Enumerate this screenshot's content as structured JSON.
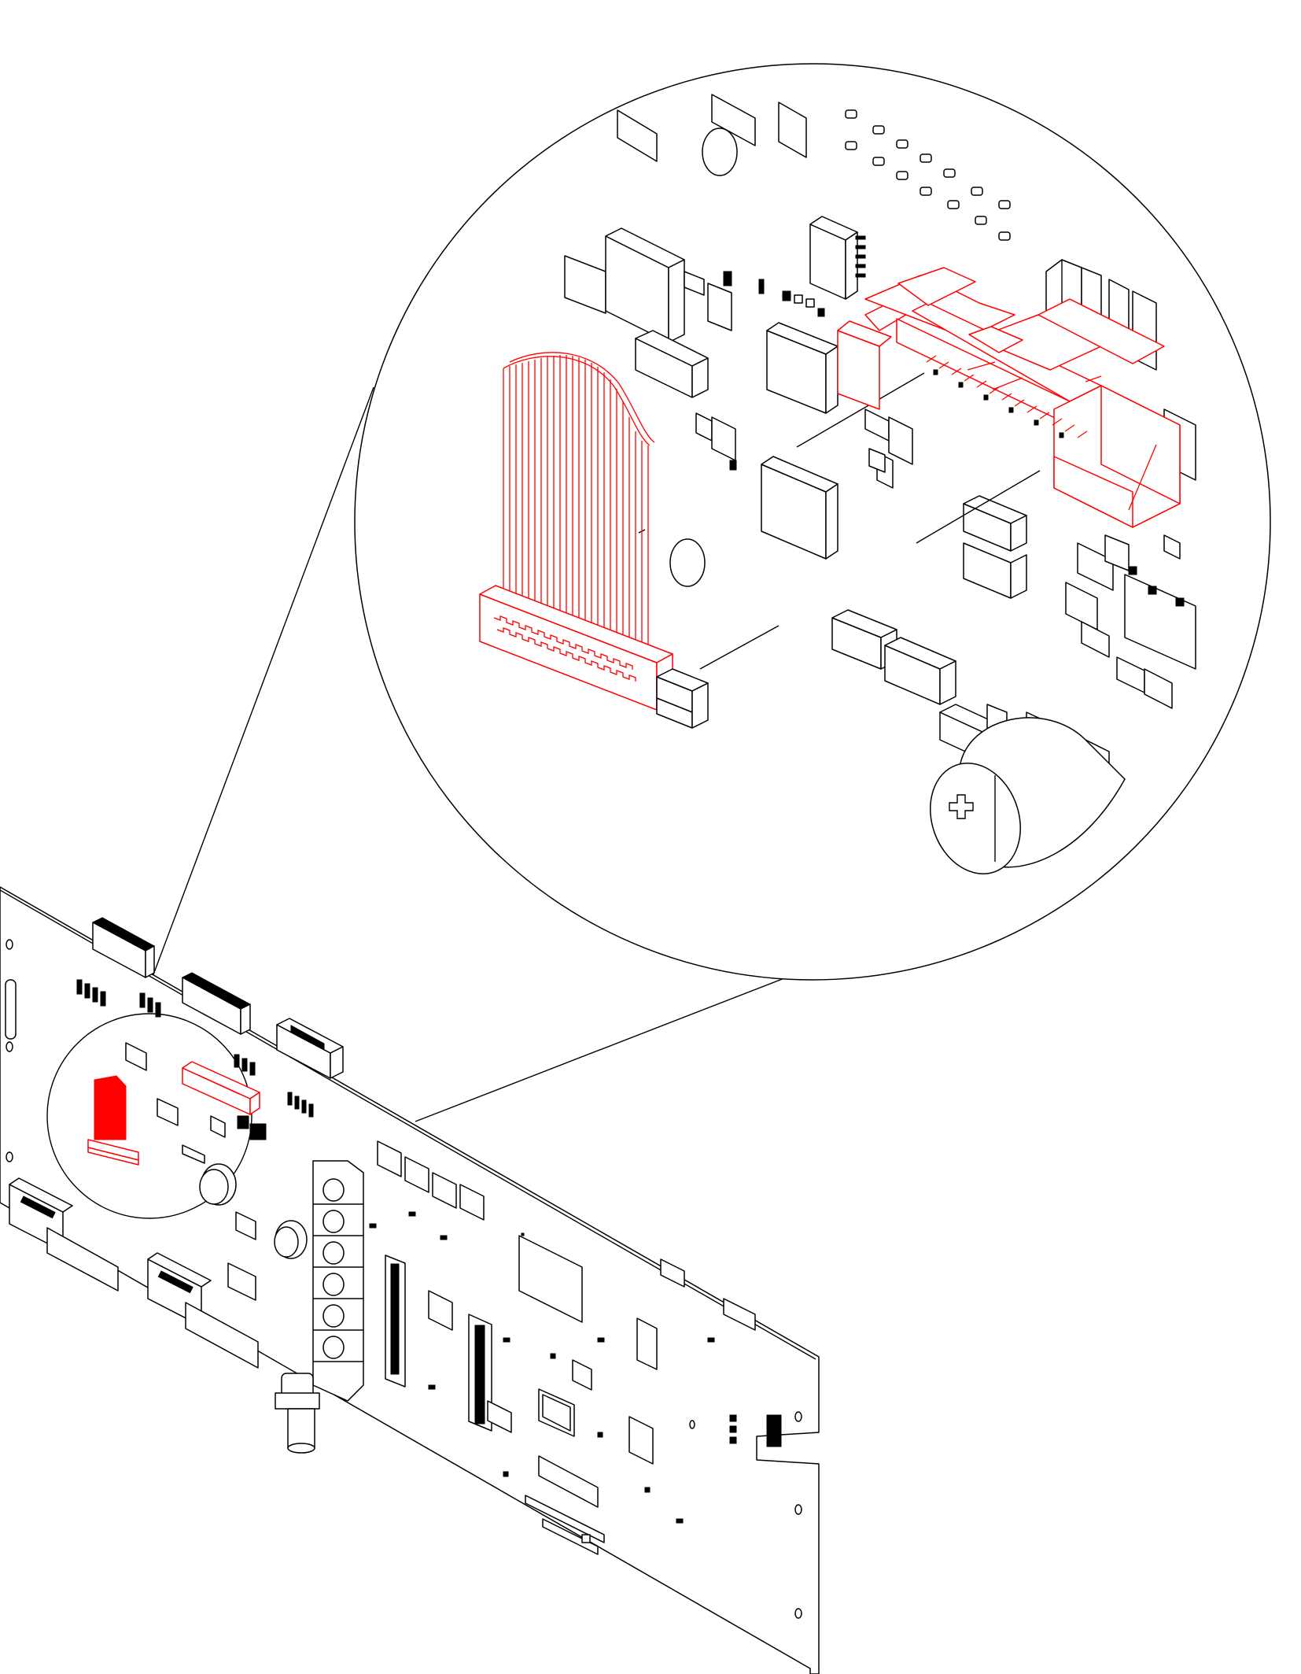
{
  "figure": {
    "style": "isometric line-art technical illustration",
    "line_color": "#000000",
    "highlight_color": "#ff0000",
    "background": "#ffffff",
    "subject": "circuit-board",
    "highlighted_parts": [
      "ribbon-cable-connector",
      "box-header-connector"
    ]
  }
}
